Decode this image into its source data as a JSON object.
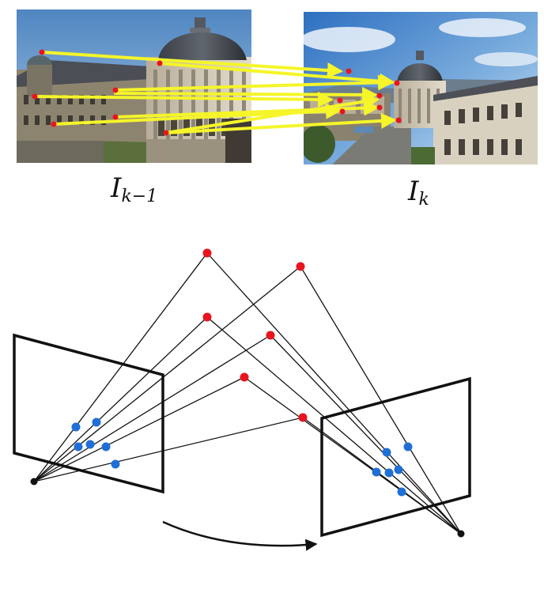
{
  "labels": {
    "prev_frame_main": "I",
    "prev_frame_sub": "k−1",
    "cur_frame_main": "I",
    "cur_frame_sub": "k"
  },
  "colors": {
    "match_arrow": "#f5f52a",
    "keypoint": "#e8141e",
    "projection": "#1f6fd6",
    "camera_center": "#111111",
    "frame": "#111111"
  },
  "icons": {
    "motion": "curved-arrow-icon"
  }
}
